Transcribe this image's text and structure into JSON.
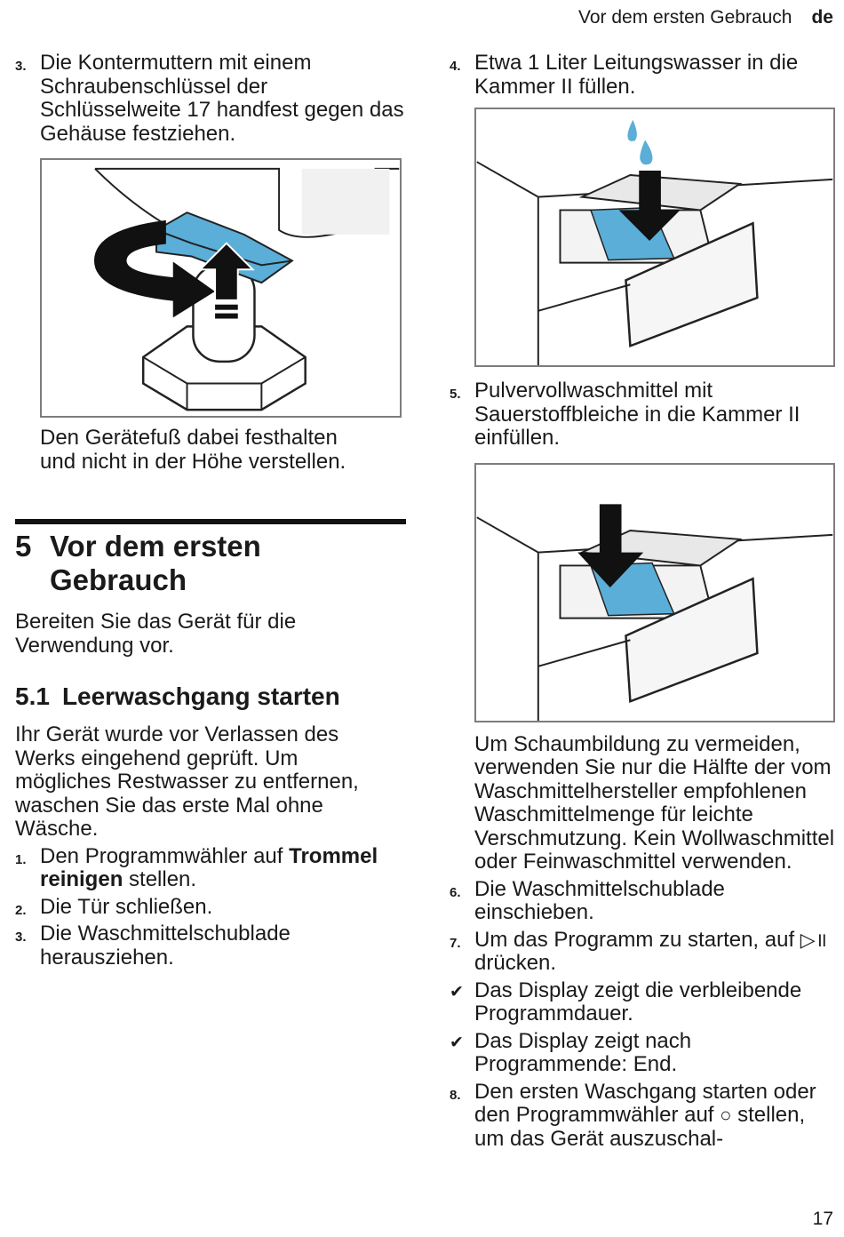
{
  "header": {
    "section": "Vor dem ersten Gebrauch",
    "lang": "de"
  },
  "left": {
    "step3": {
      "num": "3.",
      "text": "Die Kontermuttern mit einem Schraubenschlüssel der Schlüsselweite 17 handfest gegen das Gehäuse festziehen."
    },
    "fig_note": "Den Gerätefuß dabei festhalten und nicht in der Höhe verstellen.",
    "chapter": {
      "num": "5",
      "title": "Vor dem ersten Gebrauch"
    },
    "chapter_intro": "Bereiten Sie das Gerät für die Verwendung vor.",
    "section": {
      "num": "5.1",
      "title": "Leerwaschgang starten"
    },
    "section_intro": "Ihr Gerät wurde vor Verlassen des Werks eingehend geprüft. Um mögliches Restwasser zu entfernen, waschen Sie das erste Mal ohne Wäsche.",
    "steps": [
      {
        "num": "1.",
        "pre": "Den Programmwähler auf ",
        "bold": "Trommel reinigen",
        "post": " stellen."
      },
      {
        "num": "2.",
        "text": "Die Tür schließen."
      },
      {
        "num": "3.",
        "text": "Die Waschmittelschublade herausziehen."
      }
    ]
  },
  "right": {
    "step4": {
      "num": "4.",
      "text": "Etwa 1 Liter Leitungswasser in die Kammer II füllen."
    },
    "step5": {
      "num": "5.",
      "text": "Pulvervollwaschmittel mit Sauerstoffbleiche in die Kammer II einfüllen."
    },
    "note": "Um Schaumbildung zu vermeiden, verwenden Sie nur die Hälfte der vom Waschmittelhersteller empfohlenen Waschmittelmenge für leichte Verschmutzung. Kein Wollwaschmittel oder Feinwaschmittel verwenden.",
    "step6": {
      "num": "6.",
      "text": "Die Waschmittelschublade einschieben."
    },
    "step7": {
      "num": "7.",
      "pre": "Um das Programm zu starten, auf ",
      "symbol": "▷॥",
      "post": " drücken."
    },
    "result1": {
      "mark": "✔",
      "text": "Das Display zeigt die verbleibende Programmdauer."
    },
    "result2": {
      "mark": "✔",
      "text": "Das Display zeigt nach Programmende: End."
    },
    "step8": {
      "num": "8.",
      "pre": "Den ersten Waschgang starten oder den Programmwähler auf ",
      "symbol": "○",
      "post": " stellen, um das Gerät auszuschal-"
    }
  },
  "footer": {
    "page": "17"
  },
  "colors": {
    "accent_blue": "#5aaed8",
    "ink": "#1a1a1a",
    "frame": "#7d7d7d"
  }
}
